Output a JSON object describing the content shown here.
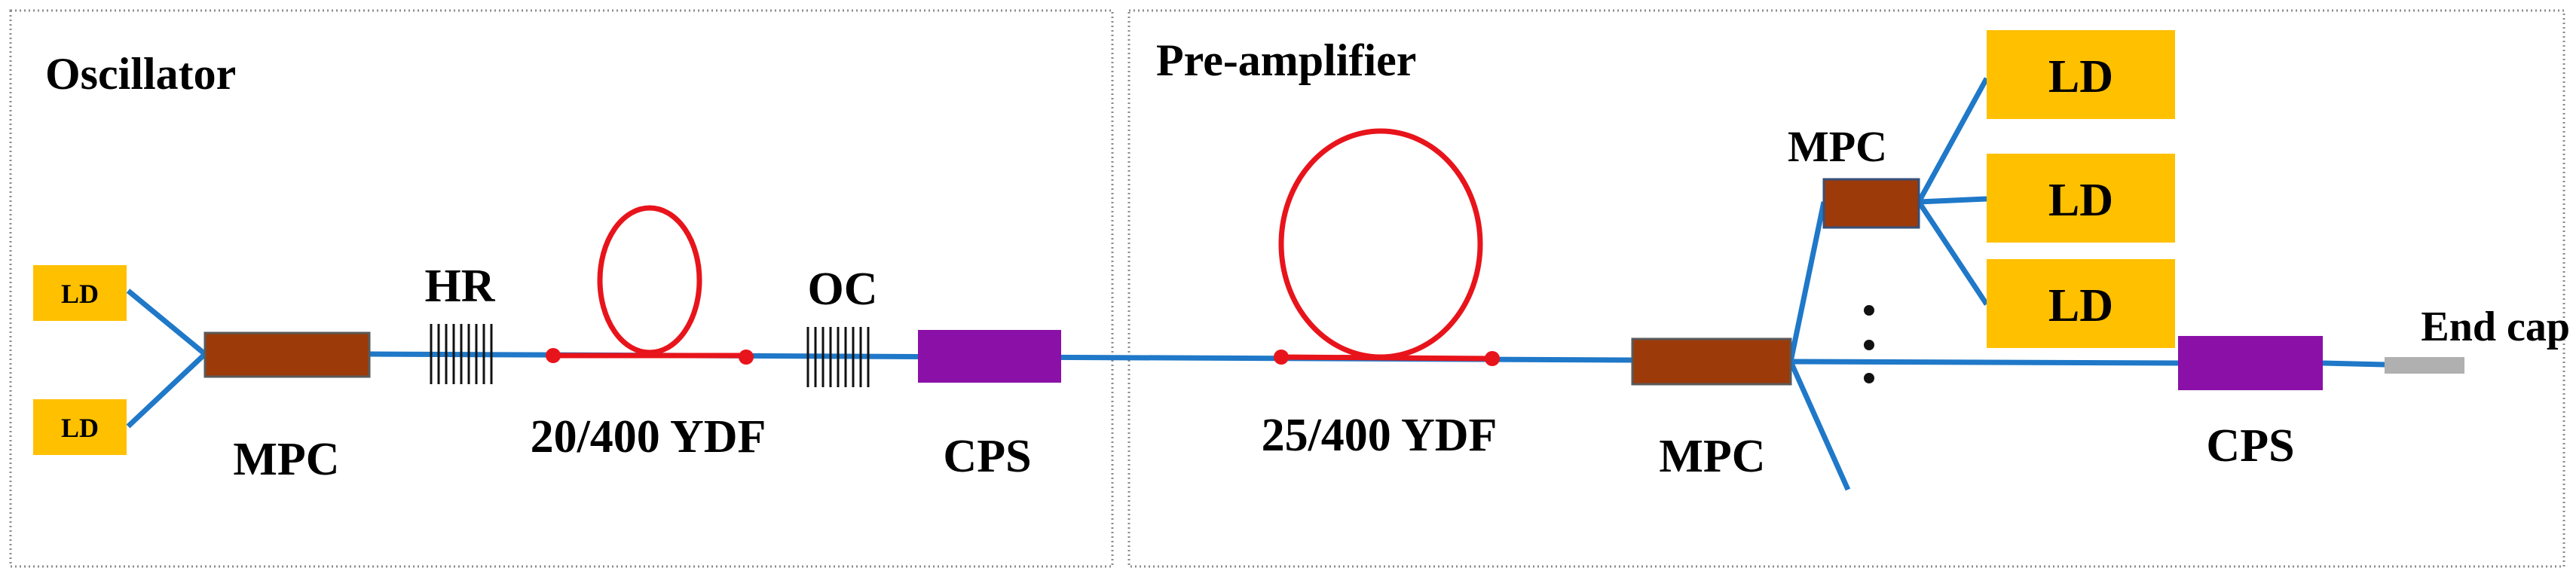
{
  "sections": {
    "oscillator_title": "Oscillator",
    "preamplifier_title": "Pre-amplifier"
  },
  "oscillator": {
    "pump_ld_top": "LD",
    "pump_ld_bottom": "LD",
    "combiner_label": "MPC",
    "hr_label": "HR",
    "gain_fiber_label": "20/400 YDF",
    "oc_label": "OC",
    "cps_label": "CPS"
  },
  "preamplifier": {
    "gain_fiber_label": "25/400 YDF",
    "combiner_label": "MPC",
    "side_combiner_label": "MPC",
    "pump_ld_1": "LD",
    "pump_ld_2": "LD",
    "pump_ld_3": "LD",
    "ellipsis": "⋮",
    "cps_label": "CPS",
    "end_cap_label": "End cap"
  },
  "colors": {
    "fiber": "#1f78c8",
    "gain_fiber": "#e8141b",
    "combiner": "#9c3a0a",
    "combiner_border": "#5a5a5a",
    "cps": "#8a10a8",
    "pump_ld": "#ffc000",
    "end_cap": "#b0b0b0",
    "frame": "#8c8c8c"
  }
}
